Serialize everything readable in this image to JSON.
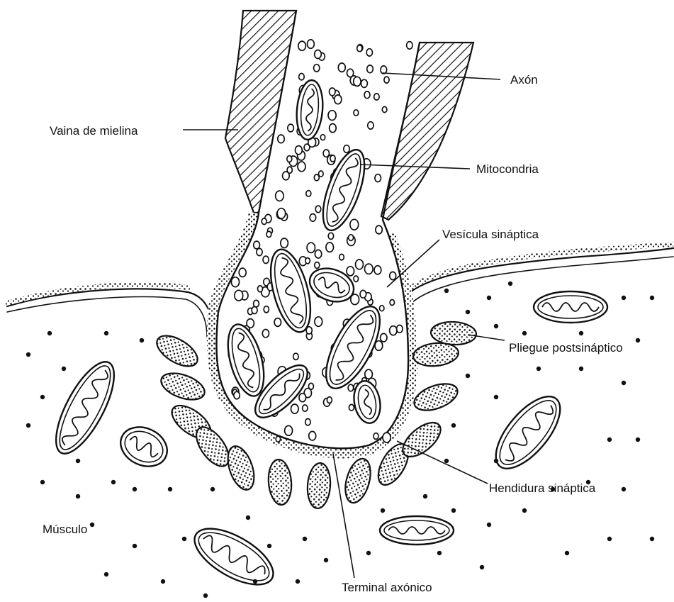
{
  "labels": {
    "axon": "Axón",
    "myelin": "Vaina de mielina",
    "mitochondria": "Mitocondria",
    "vesicle": "Vesícula sináptica",
    "postsynaptic_fold": "Pliegue postsináptico",
    "synaptic_cleft": "Hendidura sináptica",
    "muscle": "Músculo",
    "axon_terminal": "Terminal axónico"
  },
  "colors": {
    "ink": "#111111",
    "background": "#ffffff"
  }
}
